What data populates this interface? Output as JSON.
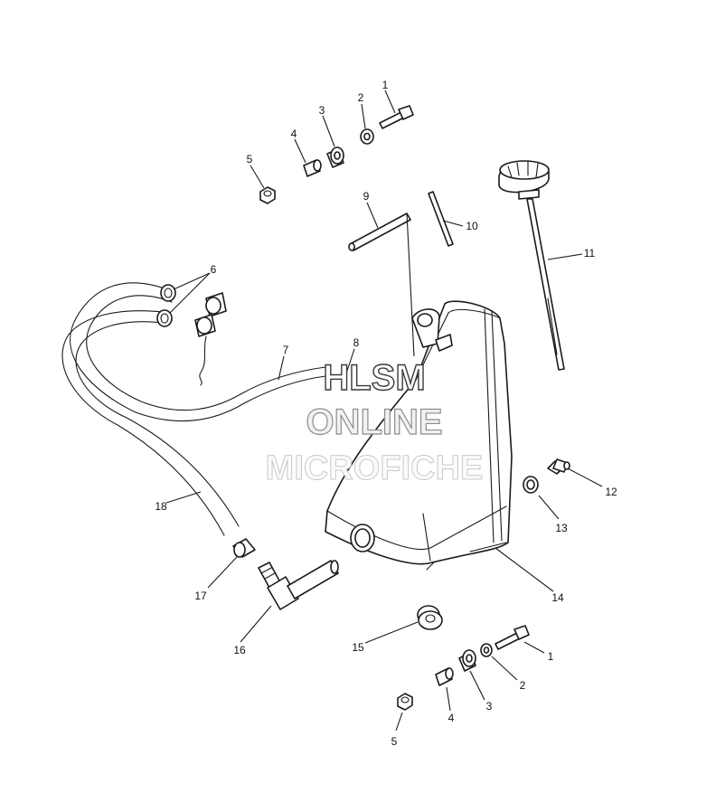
{
  "diagram": {
    "callouts": {
      "c1_top": "1",
      "c2_top": "2",
      "c3_top": "3",
      "c4_top": "4",
      "c5_top": "5",
      "c6": "6",
      "c7": "7",
      "c8": "8",
      "c9": "9",
      "c10": "10",
      "c11": "11",
      "c12": "12",
      "c13": "13",
      "c14": "14",
      "c15": "15",
      "c16": "16",
      "c17": "17",
      "c18": "18",
      "c1_bottom": "1",
      "c2_bottom": "2",
      "c3_bottom": "3",
      "c4_bottom": "4",
      "c5_bottom": "5"
    }
  },
  "watermark": {
    "line1": "HLSM",
    "line2": "ONLINE",
    "line3": "MICROFICHE"
  }
}
